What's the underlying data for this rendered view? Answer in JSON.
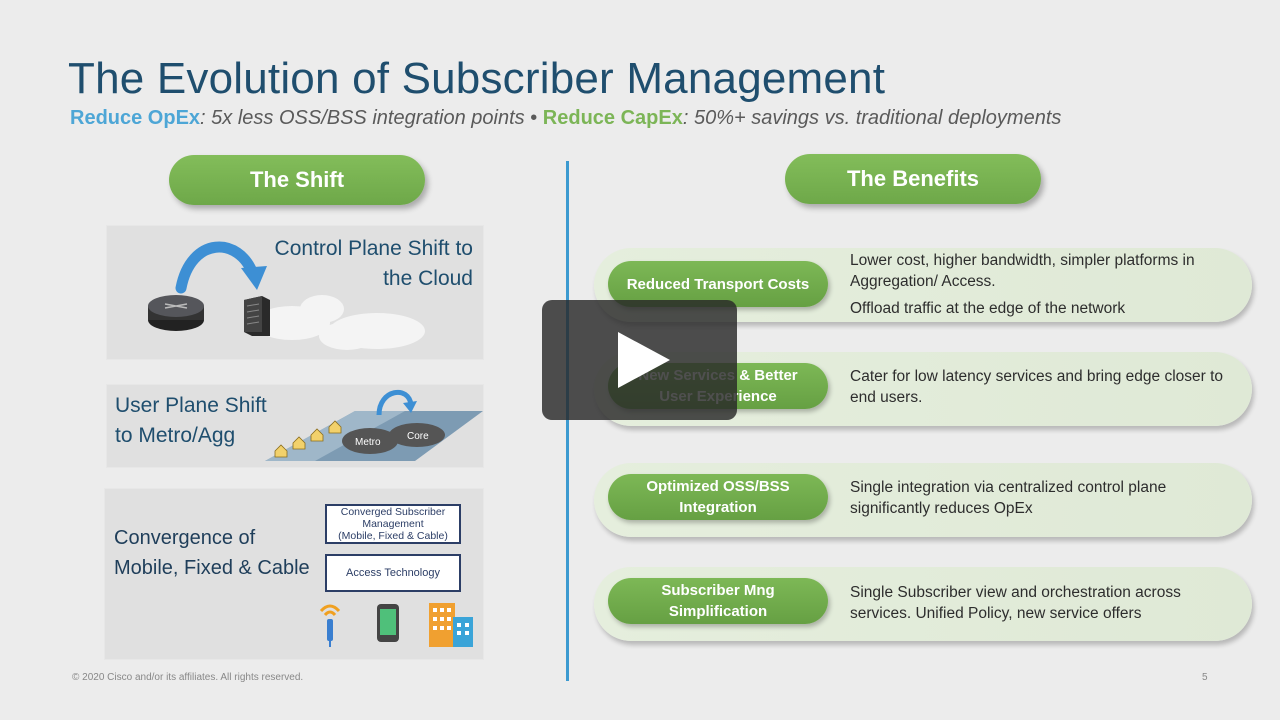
{
  "header": {
    "title": "The Evolution of Subscriber Management",
    "opex_key": "Reduce OpEx",
    "opex_text": ": 5x less OSS/BSS integration points",
    "bullet": " • ",
    "capex_key": "Reduce CapEx",
    "capex_text": ": 50%+ savings vs. traditional deployments"
  },
  "sections": {
    "shift_label": "The Shift",
    "benefits_label": "The Benefits"
  },
  "shift": {
    "control_plane": [
      "Control Plane Shift to",
      "the Cloud"
    ],
    "user_plane": [
      "User Plane Shift",
      "to Metro/Agg"
    ],
    "user_plane_diagram": {
      "metro": "Metro",
      "core": "Core"
    },
    "convergence": [
      "Convergence of",
      "Mobile, Fixed & Cable"
    ],
    "converged_box": [
      "Converged Subscriber",
      "Management",
      "(Mobile, Fixed & Cable)"
    ],
    "access_box": "Access Technology"
  },
  "benefits": [
    {
      "label": [
        "Reduced Transport Costs"
      ],
      "desc": [
        "Lower cost, higher bandwidth, simpler platforms in Aggregation/ Access.",
        "Offload traffic at the edge of the network"
      ]
    },
    {
      "label": [
        "New Services & Better",
        "User Experience"
      ],
      "desc": [
        "Cater for low latency services and bring edge closer to end users."
      ]
    },
    {
      "label": [
        "Optimized OSS/BSS",
        "Integration"
      ],
      "desc": [
        "Single integration via centralized control plane significantly reduces OpEx"
      ]
    },
    {
      "label": [
        "Subscriber Mng",
        "Simplification"
      ],
      "desc": [
        "Single Subscriber view and orchestration across services. Unified Policy, new service offers"
      ]
    }
  ],
  "footer": {
    "copyright": "© 2020  Cisco and/or its affiliates. All rights reserved.",
    "page_number": "5"
  },
  "colors": {
    "title": "#1f4e6e",
    "opex_accent": "#4da6d6",
    "capex_accent": "#7cb557",
    "pill_green": "#76b050",
    "divider": "#3c9ad0"
  },
  "icons": {
    "play": "play-icon",
    "router": "router-icon",
    "server": "server-icon",
    "wifi": "wifi-icon",
    "phone": "mobile-phone-icon",
    "building": "building-icon"
  }
}
